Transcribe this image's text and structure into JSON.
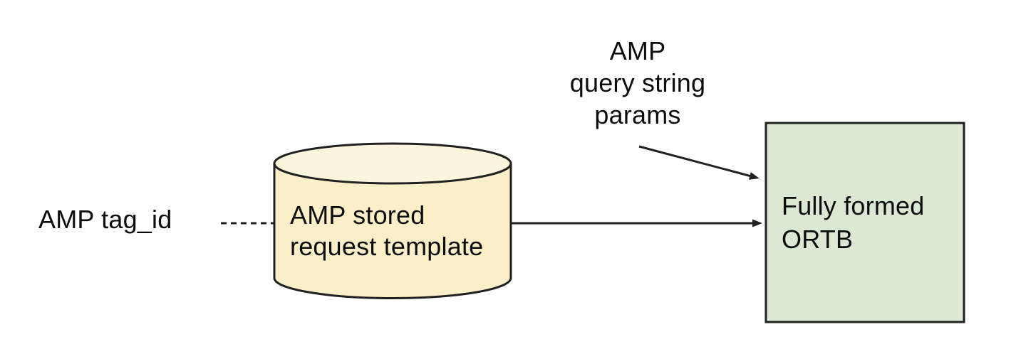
{
  "diagram": {
    "nodes": {
      "amp_tag_id": {
        "label": "AMP tag_id",
        "shape": "text"
      },
      "stored_request_template": {
        "label": "AMP stored\nrequest template",
        "shape": "cylinder"
      },
      "query_string_params": {
        "label": "AMP\nquery string\nparams",
        "shape": "text"
      },
      "fully_formed_ortb": {
        "label": "Fully formed\nORTB",
        "shape": "rectangle"
      }
    },
    "edges": [
      {
        "from": "amp_tag_id",
        "to": "stored_request_template",
        "style": "dashed",
        "arrowhead": false
      },
      {
        "from": "stored_request_template",
        "to": "fully_formed_ortb",
        "style": "solid",
        "arrowhead": true
      },
      {
        "from": "query_string_params",
        "to": "fully_formed_ortb",
        "style": "solid",
        "arrowhead": true
      }
    ],
    "colors": {
      "stroke": "#212121",
      "text": "#0d0d0d",
      "cylinder_body_fill": "#FBEFC9",
      "cylinder_top_fill": "#FCF5DE",
      "ortb_box_fill": "#DBE8D3",
      "background": "#ffffff"
    }
  }
}
